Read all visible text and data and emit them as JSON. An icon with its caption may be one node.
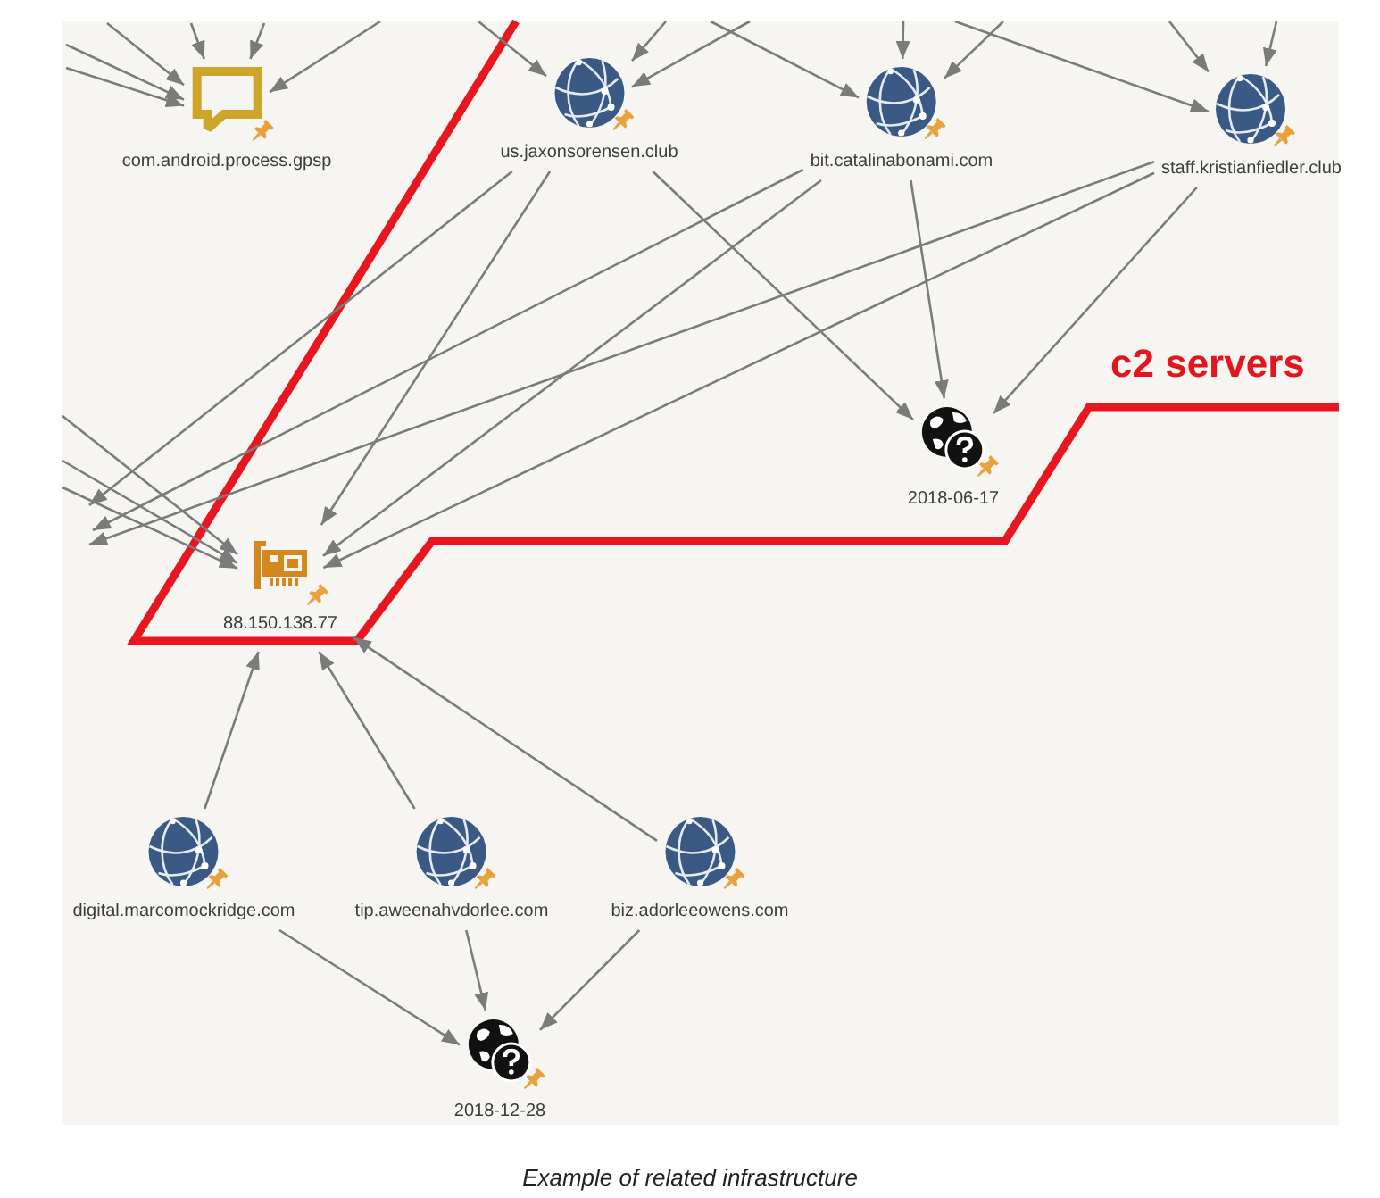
{
  "diagram": {
    "caption": "Example of related infrastructure",
    "nodes": [
      {
        "text": [
          "com.android.process.gpsp"
        ]
      },
      {
        "text": [
          "us.jaxonsorensen.club"
        ]
      },
      {
        "text": [
          "bit.catalinabonami.com"
        ]
      },
      {
        "text": [
          "staff.kristianfiedler.club"
        ]
      },
      {
        "text": [
          "2018-06-17"
        ]
      },
      {
        "text": [
          "88.150.138.77"
        ]
      },
      {
        "text": [
          "digital.marcomockridge.com"
        ]
      },
      {
        "text": [
          "tip.aweenahvdorlee.com"
        ]
      },
      {
        "text": [
          "biz.adorleeowens.com"
        ]
      },
      {
        "text": [
          "2018-12-28"
        ]
      }
    ],
    "edges": [
      {
        "from": null,
        "to": 0,
        "arrow": "to"
      },
      {
        "from": null,
        "to": 0,
        "arrow": "to"
      },
      {
        "from": null,
        "to": 0,
        "arrow": "to"
      },
      {
        "from": null,
        "to": 0,
        "arrow": "to"
      },
      {
        "from": null,
        "to": 0,
        "arrow": "to"
      },
      {
        "from": null,
        "to": 0,
        "arrow": "to"
      },
      {
        "from": null,
        "to": 1,
        "arrow": "to"
      },
      {
        "from": null,
        "to": 1,
        "arrow": "to"
      },
      {
        "from": null,
        "to": 1,
        "arrow": "to"
      },
      {
        "from": null,
        "to": 2,
        "arrow": "to"
      },
      {
        "from": null,
        "to": 2,
        "arrow": "to"
      },
      {
        "from": null,
        "to": 2,
        "arrow": "to"
      },
      {
        "from": null,
        "to": 3,
        "arrow": "to"
      },
      {
        "from": null,
        "to": 3,
        "arrow": "to"
      },
      {
        "from": null,
        "to": 3,
        "arrow": "to"
      },
      {
        "from": 1,
        "to": null,
        "arrow": "to"
      },
      {
        "from": 1,
        "to": 5,
        "arrow": "to"
      },
      {
        "from": 1,
        "to": 4,
        "arrow": "to"
      },
      {
        "from": 2,
        "to": null,
        "arrow": "to"
      },
      {
        "from": 2,
        "to": 5,
        "arrow": "to"
      },
      {
        "from": 2,
        "to": 4,
        "arrow": "to"
      },
      {
        "from": 3,
        "to": null,
        "arrow": "to"
      },
      {
        "from": 3,
        "to": 5,
        "arrow": "to"
      },
      {
        "from": 3,
        "to": 4,
        "arrow": "to"
      },
      {
        "from": null,
        "to": 5,
        "arrow": "to"
      },
      {
        "from": null,
        "to": 5,
        "arrow": "to"
      },
      {
        "from": null,
        "to": 5,
        "arrow": "to"
      },
      {
        "from": 6,
        "to": 5,
        "arrow": "to"
      },
      {
        "from": 7,
        "to": 5,
        "arrow": "to"
      },
      {
        "from": 8,
        "to": 5,
        "arrow": "to"
      },
      {
        "from": 6,
        "to": 9,
        "arrow": "to"
      },
      {
        "from": 7,
        "to": 9,
        "arrow": "to"
      },
      {
        "from": 8,
        "to": 9,
        "arrow": "to"
      }
    ],
    "labels": [
      "c2 servers"
    ]
  }
}
